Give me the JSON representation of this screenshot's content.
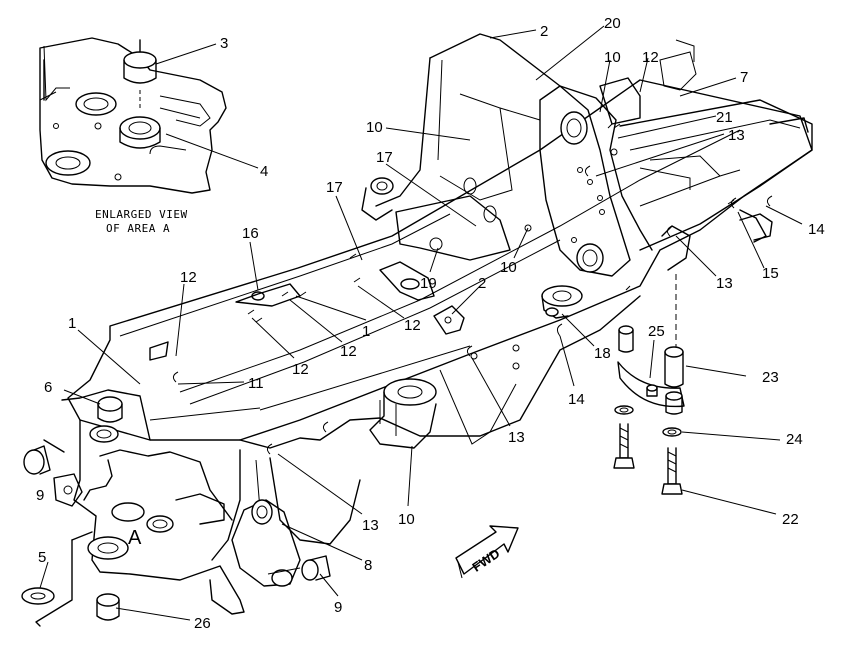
{
  "inset": {
    "caption_line1": "ENLARGED VIEW",
    "caption_line2": "OF AREA A"
  },
  "view_marker": "A",
  "fwd_label": "FWD",
  "callouts": [
    {
      "id": "c1a",
      "text": "1"
    },
    {
      "id": "c1b",
      "text": "1"
    },
    {
      "id": "c2a",
      "text": "2"
    },
    {
      "id": "c2b",
      "text": "2"
    },
    {
      "id": "c3",
      "text": "3"
    },
    {
      "id": "c4",
      "text": "4"
    },
    {
      "id": "c5",
      "text": "5"
    },
    {
      "id": "c6",
      "text": "6"
    },
    {
      "id": "c7",
      "text": "7"
    },
    {
      "id": "c8",
      "text": "8"
    },
    {
      "id": "c9a",
      "text": "9"
    },
    {
      "id": "c9b",
      "text": "9"
    },
    {
      "id": "c10a",
      "text": "10"
    },
    {
      "id": "c10b",
      "text": "10"
    },
    {
      "id": "c10c",
      "text": "10"
    },
    {
      "id": "c10d",
      "text": "10"
    },
    {
      "id": "c11",
      "text": "11"
    },
    {
      "id": "c12a",
      "text": "12"
    },
    {
      "id": "c12b",
      "text": "12"
    },
    {
      "id": "c12c",
      "text": "12"
    },
    {
      "id": "c12d",
      "text": "12"
    },
    {
      "id": "c12e",
      "text": "12"
    },
    {
      "id": "c13a",
      "text": "13"
    },
    {
      "id": "c13b",
      "text": "13"
    },
    {
      "id": "c13c",
      "text": "13"
    },
    {
      "id": "c13d",
      "text": "13"
    },
    {
      "id": "c14a",
      "text": "14"
    },
    {
      "id": "c14b",
      "text": "14"
    },
    {
      "id": "c15",
      "text": "15"
    },
    {
      "id": "c16",
      "text": "16"
    },
    {
      "id": "c17a",
      "text": "17"
    },
    {
      "id": "c17b",
      "text": "17"
    },
    {
      "id": "c18",
      "text": "18"
    },
    {
      "id": "c19",
      "text": "19"
    },
    {
      "id": "c20",
      "text": "20"
    },
    {
      "id": "c21",
      "text": "21"
    },
    {
      "id": "c22",
      "text": "22"
    },
    {
      "id": "c23",
      "text": "23"
    },
    {
      "id": "c24",
      "text": "24"
    },
    {
      "id": "c25",
      "text": "25"
    },
    {
      "id": "c26",
      "text": "26"
    }
  ]
}
